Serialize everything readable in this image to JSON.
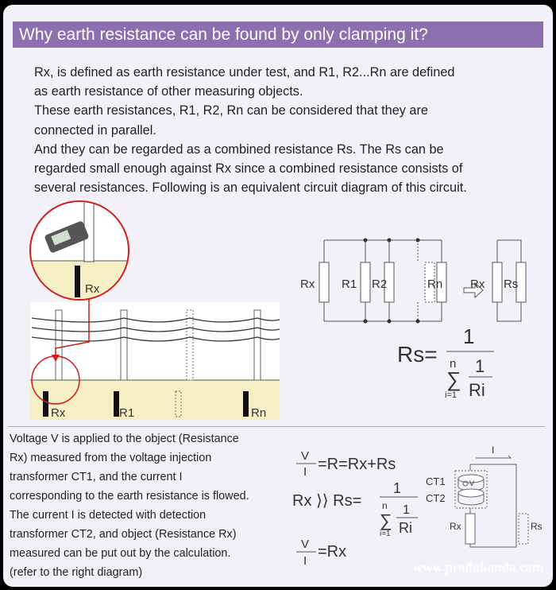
{
  "title": "Why earth resistance can be found by only clamping it?",
  "intro": [
    "Rx, is defined as earth resistance under test, and R1, R2...Rn are defined",
    "as earth resistance of other measuring objects.",
    "These earth resistances, R1, R2, Rn can be considered that they are",
    "connected in parallel.",
    "And they can be regarded as a combined resistance Rs. The Rs can be",
    "regarded small enough against Rx since a combined resistance consists of",
    "several resistances. Following is an equivalent circuit diagram of this circuit."
  ],
  "illustration": {
    "magnified_label": "Rx",
    "ground_labels": [
      "Rx",
      "R1",
      "Rn"
    ]
  },
  "circuit": {
    "labels": [
      "Rx",
      "R1",
      "R2",
      "Rn"
    ],
    "equiv_labels": [
      "Rx",
      "Rs"
    ],
    "formula": {
      "lhs": "Rs=",
      "num": "1",
      "sum_top": "n",
      "sum_bottom": "i=1",
      "sum": "∑",
      "inner_num": "1",
      "inner_den": "Ri"
    }
  },
  "lower_text": [
    "Voltage V is applied to the object (Resistance",
    "Rx) measured from the voltage injection",
    "transformer CT1, and the current I",
    "corresponding to the earth resistance is flowed.",
    "The current I is detected with detection",
    "transformer CT2, and object (Resistance Rx)",
    "measured can be put out by the calculation.",
    "(refer to the right diagram)"
  ],
  "equations": {
    "v": "V",
    "i": "I",
    "eq1": "=R=Rx+Rs",
    "rx_gg": "Rx ⟩⟩ Rs=",
    "one": "1",
    "n": "n",
    "i1": "i=1",
    "sigma": "∑",
    "ri": "Ri",
    "eq3": "=Rx"
  },
  "small_circuit": {
    "current": "I",
    "ct1": "CT1",
    "ct2": "CT2",
    "v": "V",
    "rx": "Rx",
    "rs": "Rs"
  },
  "watermark": "www.produkanda.com"
}
